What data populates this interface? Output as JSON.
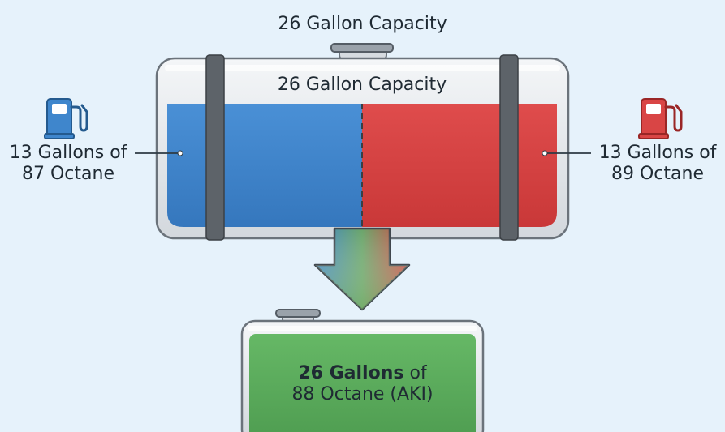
{
  "top_title": "26 Gallon Capacity",
  "main_tank": {
    "capacity_label": "26 Gallon Capacity",
    "left_color": "#3f86cc",
    "right_color": "#d94545"
  },
  "left_fuel": {
    "line1": "13 Gallons of",
    "line2": "87 Octane",
    "icon": "fuel-pump-icon",
    "color": "#3f86cc"
  },
  "right_fuel": {
    "line1": "13 Gallons of",
    "line2": "89 Octane",
    "icon": "fuel-pump-icon",
    "color": "#d94545"
  },
  "result_tank": {
    "bold_text": "26 Gallons",
    "suffix_text": " of",
    "line2": "88 Octane (AKI)",
    "color": "#5cae5c"
  }
}
